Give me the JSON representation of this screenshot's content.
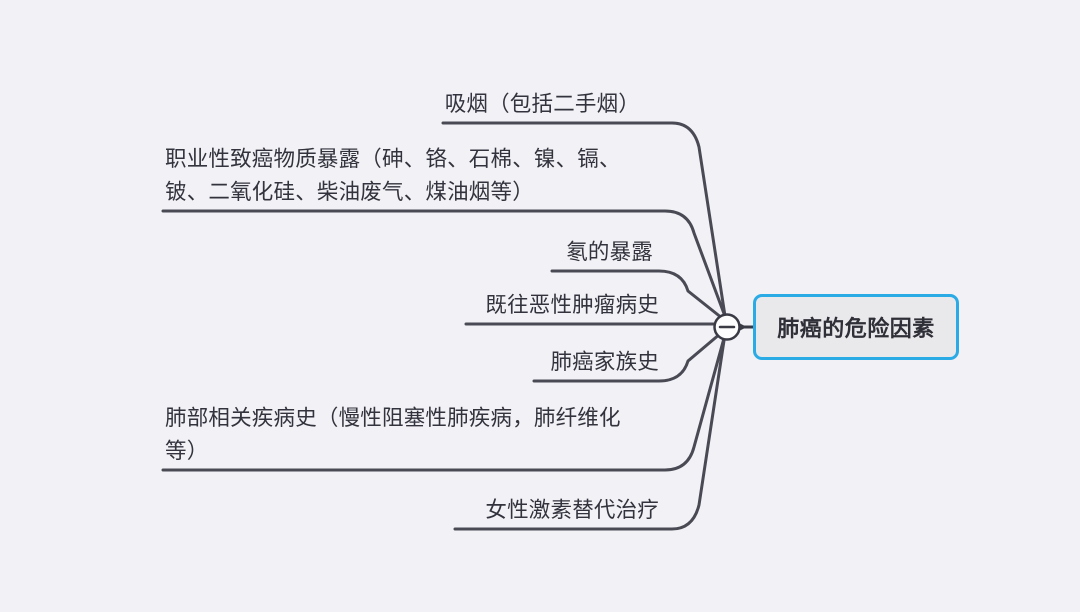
{
  "diagram": {
    "type": "mind-map",
    "title": "肺癌的危险因素",
    "background_color": "#f1f1f6",
    "text_color": "#33333d",
    "connector_color": "#4a4a55",
    "central_node": {
      "label": "肺癌的危险因素",
      "fill_color": "#e9e9eb",
      "border_color": "#2aabe6"
    },
    "hub": {
      "icon": "collapse-minus-icon",
      "state": "expanded"
    },
    "branches": [
      {
        "id": "smoking",
        "label": "吸烟（包括二手烟）"
      },
      {
        "id": "occupational-carcinogens",
        "label": "职业性致癌物质暴露（砷、铬、石棉、镍、镉、\n铍、二氧化硅、柴油废气、煤油烟等）"
      },
      {
        "id": "radon-exposure",
        "label": "氡的暴露"
      },
      {
        "id": "prior-malignancy-history",
        "label": "既往恶性肿瘤病史"
      },
      {
        "id": "family-history",
        "label": "肺癌家族史"
      },
      {
        "id": "lung-disease-history",
        "label": "肺部相关疾病史（慢性阻塞性肺疾病，肺纤维化\n等）"
      },
      {
        "id": "hormone-replacement-therapy",
        "label": "女性激素替代治疗"
      }
    ]
  }
}
